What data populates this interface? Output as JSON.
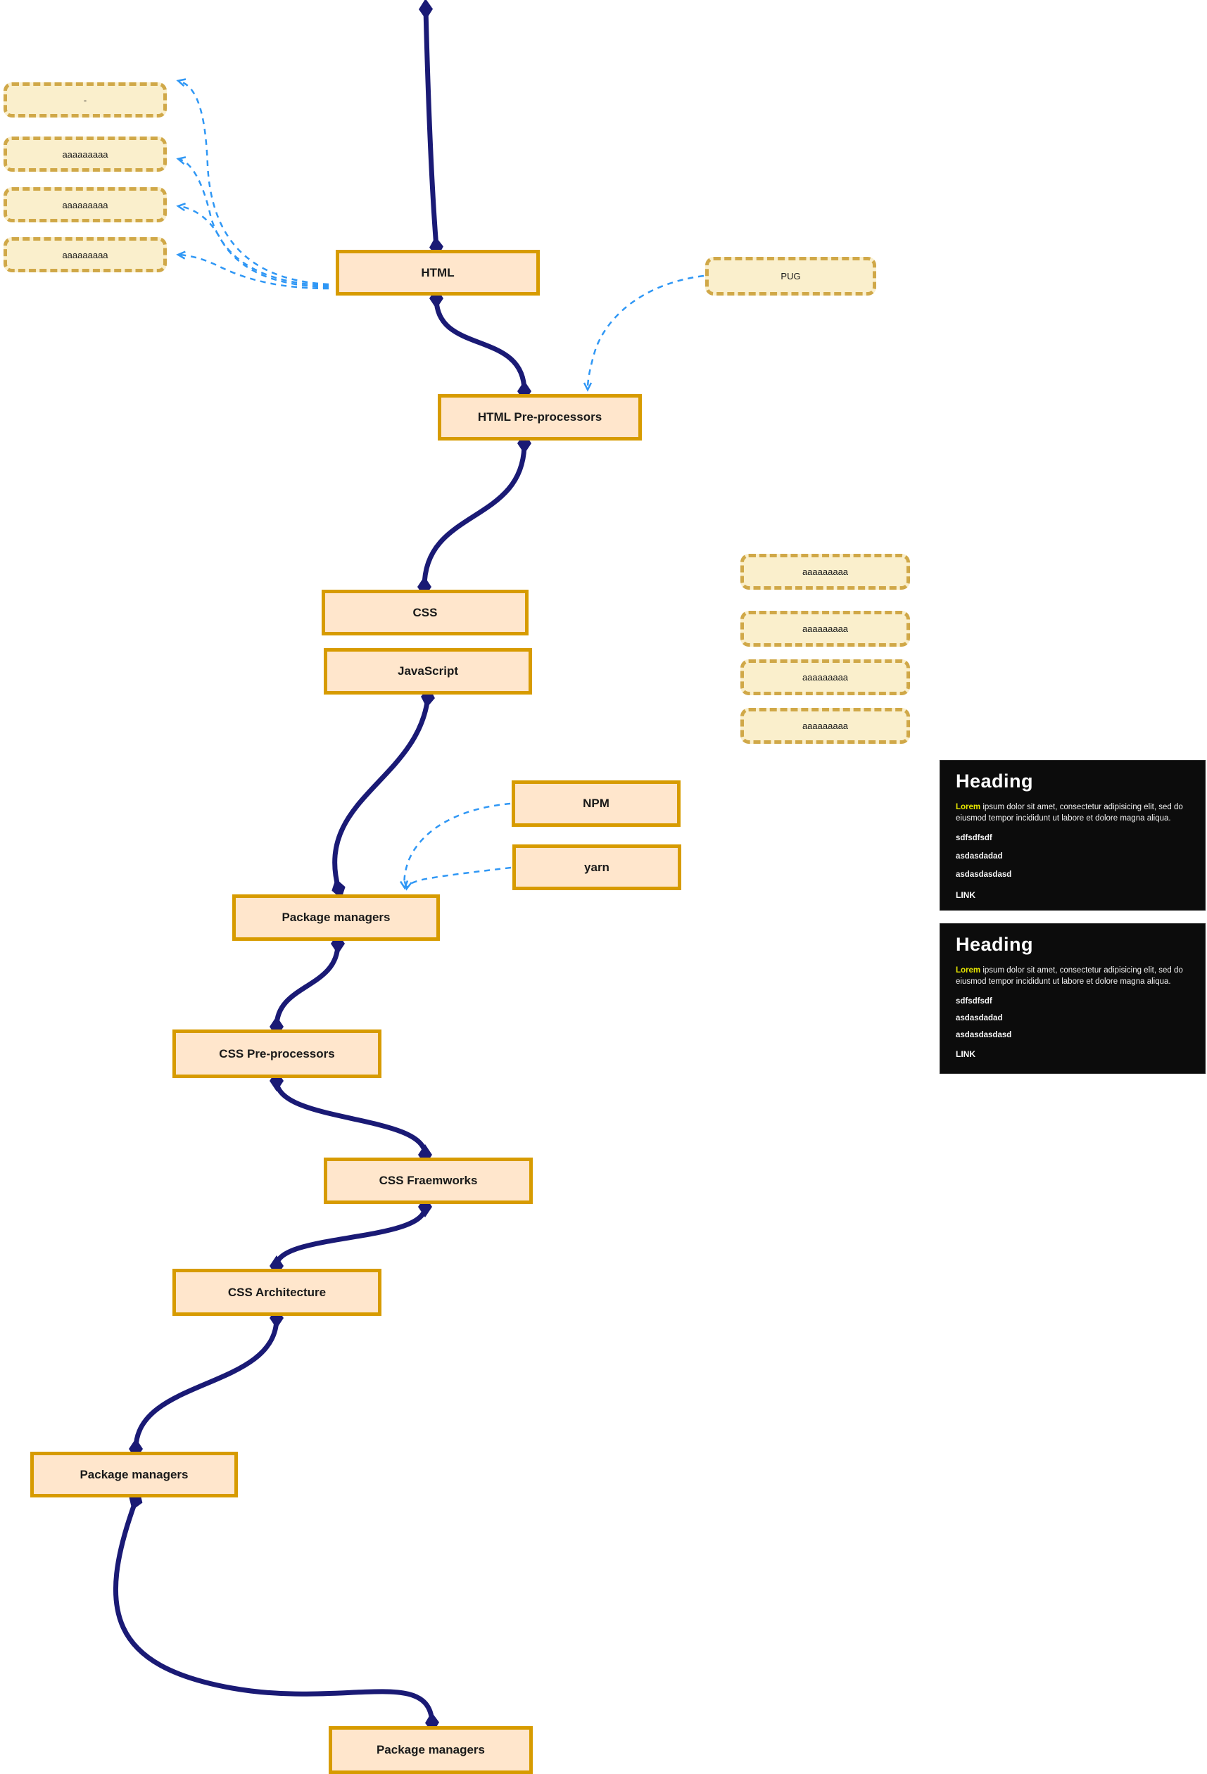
{
  "diagram": {
    "nodes": {
      "html": {
        "label": "HTML"
      },
      "html_preprocessors": {
        "label": "HTML Pre-processors"
      },
      "css": {
        "label": "CSS"
      },
      "javascript": {
        "label": "JavaScript"
      },
      "npm": {
        "label": "NPM"
      },
      "yarn": {
        "label": "yarn"
      },
      "package_managers": {
        "label": "Package managers"
      },
      "css_preprocessors": {
        "label": "CSS Pre-processors"
      },
      "css_frameworks": {
        "label": "CSS Fraemworks"
      },
      "css_architecture": {
        "label": "CSS Architecture"
      },
      "package_managers_2": {
        "label": "Package managers"
      },
      "package_managers_3": {
        "label": "Package managers"
      }
    },
    "left_notes": [
      "-",
      "aaaaaaaaa",
      "aaaaaaaaa",
      "aaaaaaaaa"
    ],
    "right_notes": [
      "aaaaaaaaa",
      "aaaaaaaaa",
      "aaaaaaaaa",
      "aaaaaaaaa"
    ],
    "pug_label": "PUG",
    "cards": [
      {
        "heading": "Heading",
        "paragraph_highlight": "Lorem",
        "paragraph_rest": " ipsum dolor sit amet, consectetur adipisicing elit, sed do eiusmod tempor incididunt ut labore et dolore magna aliqua.",
        "items": [
          "sdfsdfsdf",
          "asdasdadad",
          "asdasdasdasd"
        ],
        "link": "LINK"
      },
      {
        "heading": "Heading",
        "paragraph_highlight": "Lorem",
        "paragraph_rest": " ipsum dolor sit amet, consectetur adipisicing elit, sed do eiusmod tempor incididunt ut labore et dolore magna aliqua.",
        "items": [
          "sdfsdfsdf",
          "asdasdadad",
          "asdasdasdasd"
        ],
        "link": "LINK"
      }
    ],
    "colors": {
      "node_fill": "#FFE6CC",
      "node_border": "#D79B00",
      "note_fill": "#FAEFCC",
      "note_border": "#D0A848",
      "main_line": "#1A1A75",
      "dashed_arrow": "#2F97F5",
      "card_bg": "#0C0C0C",
      "highlight_text": "#E7E700"
    }
  }
}
